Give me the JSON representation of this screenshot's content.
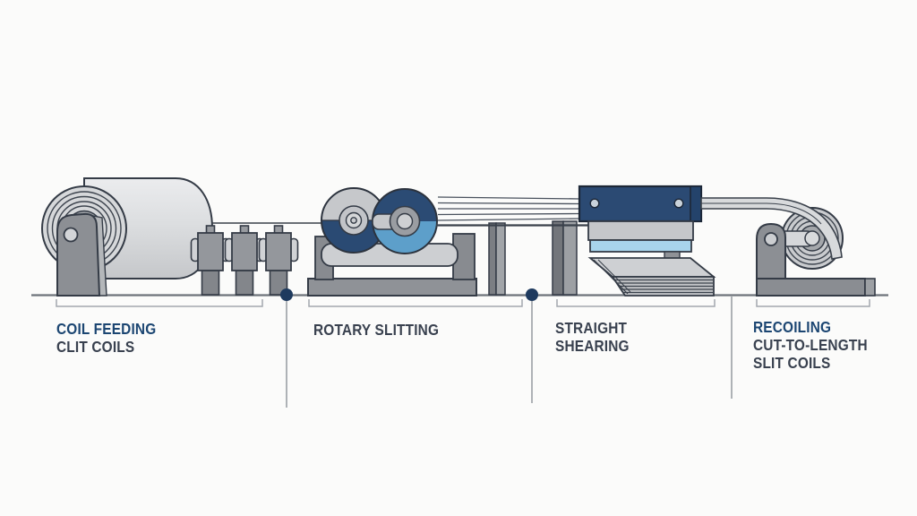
{
  "stations": [
    {
      "id": "coil-feeding",
      "lines": [
        "COIL FEEDING",
        "CLIT COILS"
      ]
    },
    {
      "id": "rotary-slitting",
      "lines": [
        "ROTARY SLITTING"
      ]
    },
    {
      "id": "straight-shearing",
      "lines": [
        "STRAIGHT",
        "SHEARING"
      ]
    },
    {
      "id": "recoiling",
      "lines": [
        "RECOILING",
        "CUT-TO-LENGTH",
        "SLIT COILS"
      ]
    }
  ],
  "colors": {
    "background": "#fbfbfa",
    "title_accent_navy": "#1c4672",
    "label_slate": "#39414f",
    "machine_navy": "#2b4a73",
    "machine_blue": "#5d9fca",
    "blade_light_blue": "#a8d4ec",
    "machine_gray": "#94979c",
    "light_gray": "#d2d4d7",
    "marker_dot_navy": "#1e3a5e",
    "ground_line": "#6e737a"
  }
}
